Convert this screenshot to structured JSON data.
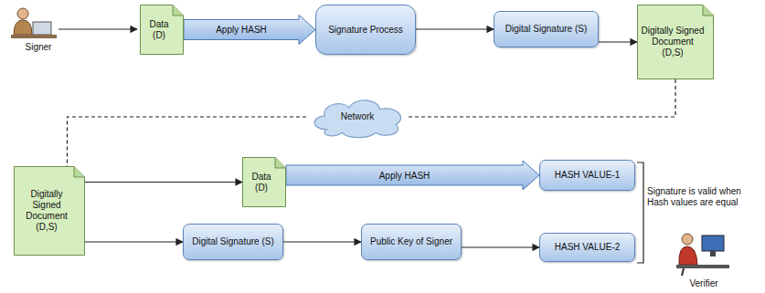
{
  "diagram": {
    "nodes": [
      {
        "text": [
          "Data (D)"
        ]
      },
      {
        "text": [
          "Signature Process"
        ]
      },
      {
        "text": [
          "Digital Signature (S)"
        ]
      },
      {
        "text": [
          "Digitally Signed Document (D,S)"
        ]
      },
      {
        "text": [
          "Network"
        ]
      },
      {
        "text": [
          "Digitally Signed Document (D,S)"
        ]
      },
      {
        "text": [
          "Data (D)"
        ]
      },
      {
        "text": [
          "HASH VALUE-1"
        ]
      },
      {
        "text": [
          "Digital Signature (S)"
        ]
      },
      {
        "text": [
          "Public Key of Signer"
        ]
      },
      {
        "text": [
          "HASH VALUE-2"
        ]
      }
    ],
    "edges": [
      {
        "from": 0,
        "to": 1,
        "arrow": "to",
        "label": "Apply HASH"
      },
      {
        "from": 1,
        "to": 2,
        "arrow": "to"
      },
      {
        "from": 2,
        "to": 3,
        "arrow": "to"
      },
      {
        "from": 3,
        "to": 4,
        "arrow": "none"
      },
      {
        "from": 4,
        "to": 5,
        "arrow": "none"
      },
      {
        "from": 5,
        "to": 6,
        "arrow": "to"
      },
      {
        "from": 6,
        "to": 7,
        "arrow": "to",
        "label": "Apply HASH"
      },
      {
        "from": 5,
        "to": 8,
        "arrow": "to"
      },
      {
        "from": 8,
        "to": 9,
        "arrow": "to"
      },
      {
        "from": 9,
        "to": 10,
        "arrow": "to"
      }
    ],
    "labels": [
      "Signer",
      "Signature is valid when Hash values are equal",
      "Verifier"
    ]
  }
}
